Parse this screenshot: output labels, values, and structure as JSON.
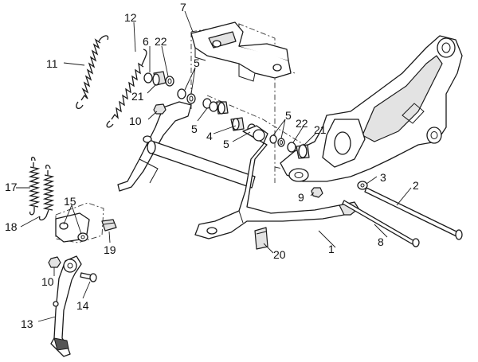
{
  "callouts": [
    {
      "id": "1",
      "text": "1"
    },
    {
      "id": "2",
      "text": "2"
    },
    {
      "id": "3",
      "text": "3"
    },
    {
      "id": "4",
      "text": "4"
    },
    {
      "id": "5a",
      "text": "5"
    },
    {
      "id": "5b",
      "text": "5"
    },
    {
      "id": "5c",
      "text": "5"
    },
    {
      "id": "5d",
      "text": "5"
    },
    {
      "id": "6",
      "text": "6"
    },
    {
      "id": "7",
      "text": "7"
    },
    {
      "id": "8",
      "text": "8"
    },
    {
      "id": "9",
      "text": "9"
    },
    {
      "id": "10a",
      "text": "10"
    },
    {
      "id": "10b",
      "text": "10"
    },
    {
      "id": "11",
      "text": "11"
    },
    {
      "id": "12",
      "text": "12"
    },
    {
      "id": "13",
      "text": "13"
    },
    {
      "id": "14",
      "text": "14"
    },
    {
      "id": "15",
      "text": "15"
    },
    {
      "id": "17",
      "text": "17"
    },
    {
      "id": "18",
      "text": "18"
    },
    {
      "id": "19",
      "text": "19"
    },
    {
      "id": "20",
      "text": "20"
    },
    {
      "id": "21a",
      "text": "21"
    },
    {
      "id": "21b",
      "text": "21"
    },
    {
      "id": "22a",
      "text": "22"
    },
    {
      "id": "22b",
      "text": "22"
    }
  ]
}
